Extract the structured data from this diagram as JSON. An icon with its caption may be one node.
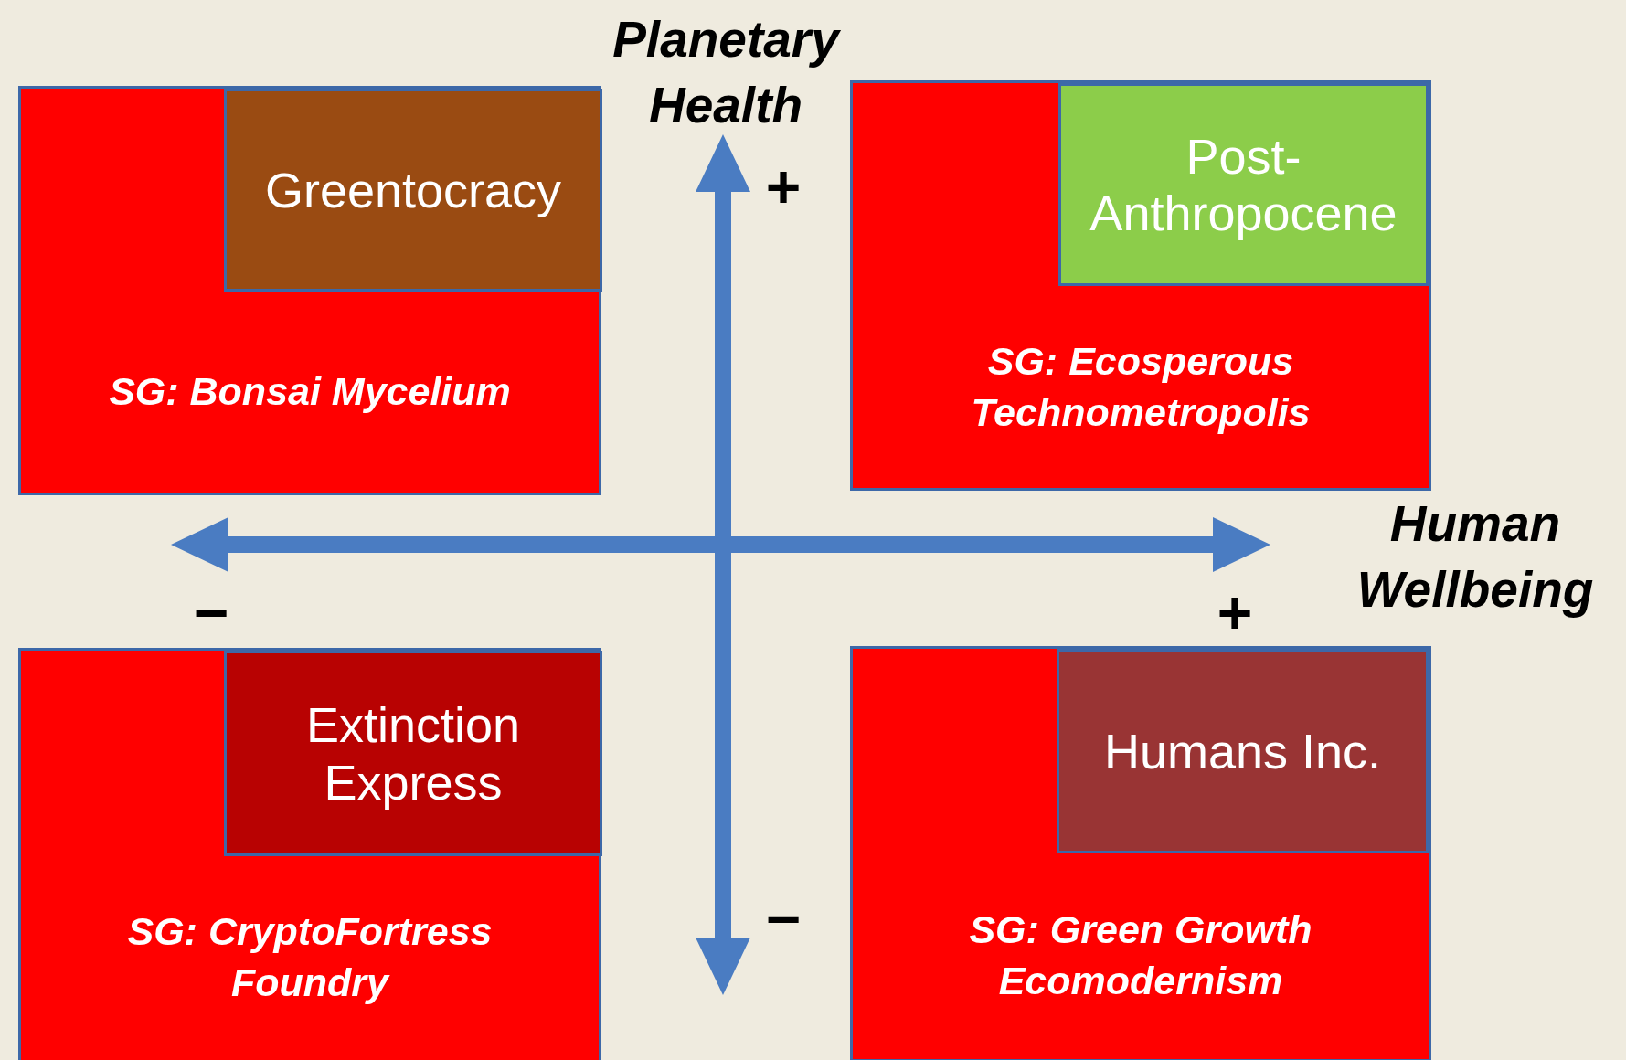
{
  "diagram": {
    "nodes": [
      {
        "text": [
          "SG: Bonsai Mycelium"
        ]
      },
      {
        "text": [
          "Greentocracy"
        ],
        "in": 0
      },
      {
        "text": [
          "SG: Ecosperous Technometropolis"
        ]
      },
      {
        "text": [
          "Post-Anthropocene"
        ],
        "in": 2
      },
      {
        "text": [
          "SG: CryptoFortress Foundry"
        ]
      },
      {
        "text": [
          "Extinction Express"
        ],
        "in": 4
      },
      {
        "text": [
          "SG: Green Growth Ecomodernism"
        ]
      },
      {
        "text": [
          "Humans Inc."
        ],
        "in": 6
      }
    ],
    "labels": [
      "Planetary Health",
      "+",
      "Human Wellbeing",
      "−",
      "+",
      "−"
    ]
  }
}
